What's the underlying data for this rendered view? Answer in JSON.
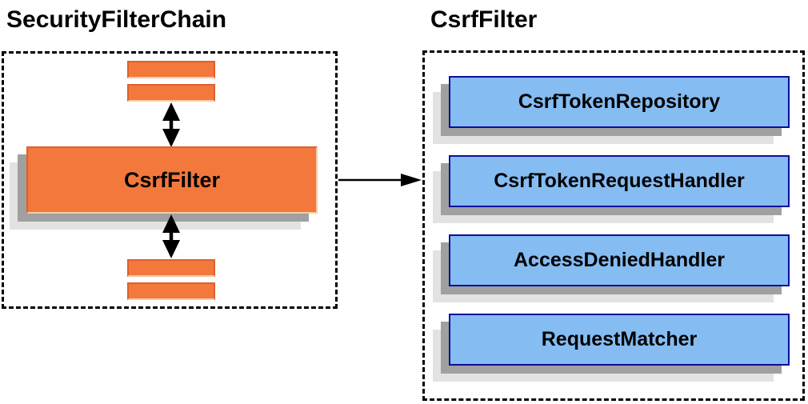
{
  "diagram": {
    "left_panel": {
      "title": "SecurityFilterChain",
      "filter_box": {
        "label": "CsrfFilter"
      },
      "placeholder_bars": {
        "top_count": 2,
        "bottom_count": 2
      }
    },
    "right_panel": {
      "title": "CsrfFilter",
      "components": [
        {
          "label": "CsrfTokenRepository"
        },
        {
          "label": "CsrfTokenRequestHandler"
        },
        {
          "label": "AccessDeniedHandler"
        },
        {
          "label": "RequestMatcher"
        }
      ]
    },
    "colors": {
      "orange_fill": "#F2783C",
      "orange_border": "#E05E2E",
      "blue_fill": "#85BCF2",
      "blue_border": "#0D0D9B",
      "shadow_mid": "#A0A0A0",
      "shadow_light": "#E2E2E2",
      "connector": "#000000",
      "text": "#000000",
      "background": "#FFFFFF"
    }
  }
}
